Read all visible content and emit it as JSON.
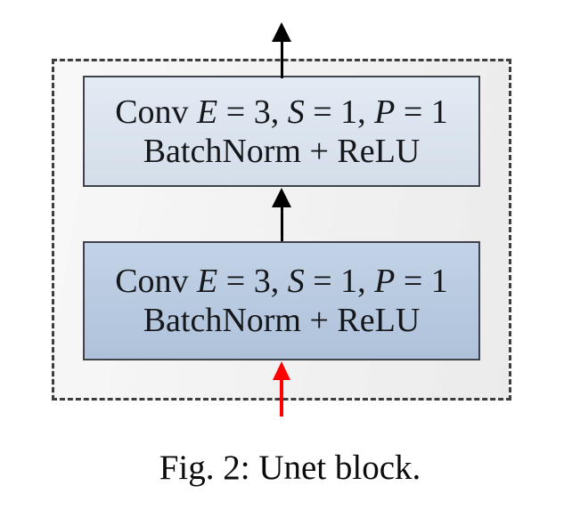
{
  "figure": {
    "caption": "Fig. 2: Unet block.",
    "container": {
      "fill": "#f0f0f0",
      "border_color": "#3d3d3d"
    },
    "blocks": [
      {
        "name": "conv-block-top",
        "fill": "#dbe5f1",
        "border_color": "#3f434c",
        "line1": {
          "conv": "Conv ",
          "e_var": "E",
          "e_rest": " = 3, ",
          "s_var": "S",
          "s_rest": " = 1, ",
          "p_var": "P",
          "p_rest": " = 1"
        },
        "line2": "BatchNorm + ReLU"
      },
      {
        "name": "conv-block-bottom",
        "fill": "#b4c8e1",
        "border_color": "#3f434c",
        "line1": {
          "conv": "Conv ",
          "e_var": "E",
          "e_rest": " = 3, ",
          "s_var": "S",
          "s_rest": " = 1, ",
          "p_var": "P",
          "p_rest": " = 1"
        },
        "line2": "BatchNorm + ReLU"
      }
    ],
    "arrows": {
      "output": {
        "color": "#000000",
        "direction": "up"
      },
      "between": {
        "color": "#000000",
        "direction": "up"
      },
      "input": {
        "color": "#fe0000",
        "direction": "up"
      }
    }
  }
}
